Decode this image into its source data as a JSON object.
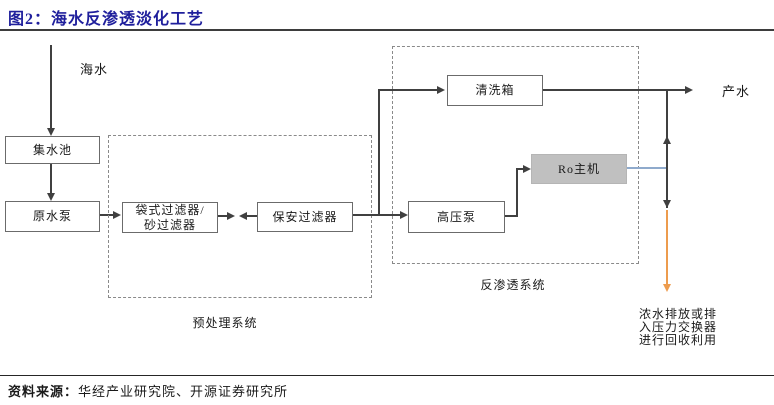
{
  "figure": {
    "title": "图2：海水反渗透淡化工艺",
    "source_prefix": "资料来源：",
    "source_text": "华经产业研究院、开源证券研究所"
  },
  "nodes": {
    "collection_pool": "集水池",
    "raw_water_pump": "原水泵",
    "bag_sand_filter_line1": "袋式过滤器/",
    "bag_sand_filter_line2": "砂过滤器",
    "security_filter": "保安过滤器",
    "cleaning_tank": "清洗箱",
    "high_pressure_pump": "高压泵",
    "ro_host": "Ro主机"
  },
  "labels": {
    "seawater": "海水",
    "product_water": "产水",
    "pretreatment_system": "预处理系统",
    "ro_system": "反渗透系统",
    "concentrate_line1": "浓水排放或排",
    "concentrate_line2": "入压力交换器",
    "concentrate_line3": "进行回收利用"
  },
  "colors": {
    "title": "#1f1f9c",
    "line": "#404040",
    "ro_fill": "#c0c0c0",
    "permeate": "#8faacc",
    "concentrate": "#ed9c4e"
  }
}
